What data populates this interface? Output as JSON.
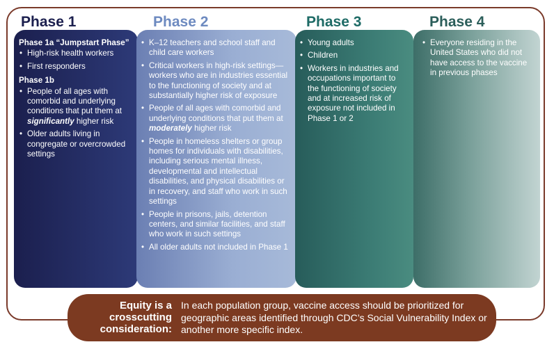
{
  "phases": [
    {
      "title": "Phase 1",
      "color": "#1b1f4e"
    },
    {
      "title": "Phase 2",
      "color": "#6d8ac0"
    },
    {
      "title": "Phase 3",
      "color": "#1e6b66"
    },
    {
      "title": "Phase 4",
      "color": "#2b5e5a"
    }
  ],
  "phase1": {
    "sub_a": "Phase 1a “Jumpstart Phase”",
    "items_a": [
      "High-risk health workers",
      "First responders"
    ],
    "sub_b": "Phase 1b",
    "item_b1_pre": "People of all ages with comorbid and underlying conditions that put them at ",
    "item_b1_em": "significantly",
    "item_b1_post": " higher risk",
    "item_b2": "Older adults living in congregate or overcrowd­ed settings"
  },
  "phase2": {
    "item1": "K–12 teachers and school staff and child care workers",
    "item2": "Critical workers in high-risk settings—workers who are in industries essential to the function­ing of society and at substantially higher risk of exposure",
    "item3_pre": "People of all ages with comorbid and underlying conditions that put them at ",
    "item3_em": "moderately",
    "item3_post": " higher risk",
    "item4": "People in homeless shelters or group homes for individuals with disabilities, including serious mental illness, developmental and intellec­tual disabilities, and physical disabilities or in recovery, and staff who work in such settings",
    "item5": "People in prisons, jails, detention centers, and similar facilities, and staff who work in such settings",
    "item6": "All older adults not included in Phase 1"
  },
  "phase3": {
    "items": [
      "Young adults",
      "Children",
      "Workers in industries and occupations important to the functioning of society and at increased risk of exposure not included in Phase 1 or 2"
    ]
  },
  "phase4": {
    "items": [
      "Everyone residing in the United States who did not have access to the vaccine in previous phases"
    ]
  },
  "equity": {
    "label_line1": "Equity is a",
    "label_line2": "crosscutting",
    "label_line3": "consideration:",
    "text": "In each population group, vaccine access should be prioritized for geographic areas identified through CDC’s Social Vulnerability Index or another more specific index.",
    "color": "#7c3a21"
  }
}
